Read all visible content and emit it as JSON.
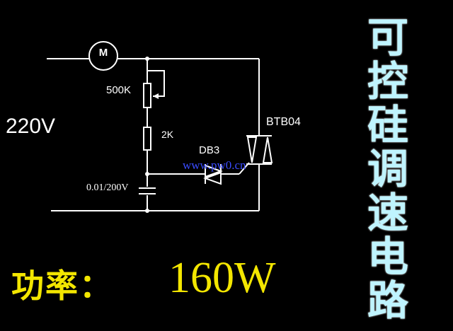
{
  "circuit": {
    "supply_voltage": "220V",
    "motor_symbol": "M",
    "potentiometer": "500K",
    "resistor": "2K",
    "diac": "DB3",
    "triac": "BTB04",
    "capacitor": "0.01/200V",
    "watermark": "www.pw0.cn"
  },
  "power": {
    "label": "功率：",
    "value": "160W"
  },
  "title": {
    "chars": [
      "可",
      "控",
      "硅",
      "调",
      "速",
      "电",
      "路"
    ]
  },
  "colors": {
    "background": "#000000",
    "wire": "#ffffff",
    "power_text": "#f3e600",
    "title_text": "#bff4ff",
    "watermark": "#3a4cff"
  }
}
